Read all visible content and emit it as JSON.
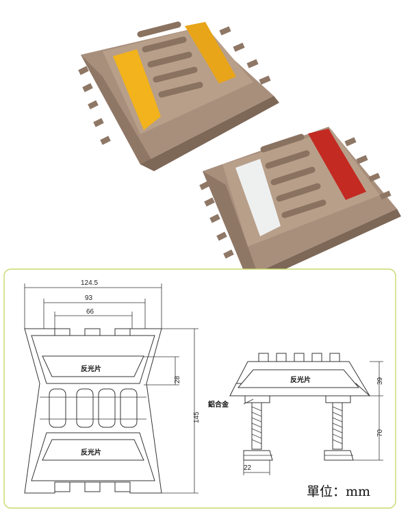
{
  "photos": {
    "top_marker": {
      "reflector_color": "yellow",
      "body_color": "tan"
    },
    "bottom_marker": {
      "reflector_left_color": "white",
      "reflector_right_color": "red",
      "body_color": "tan"
    }
  },
  "colors": {
    "frame_border": "#c9d86a",
    "body": "#b49a86",
    "yellow": "#f2b31c",
    "red": "#c32a22",
    "white": "#eef0f0"
  },
  "plan_view": {
    "dim_overall_width": "124.5",
    "dim_middle_width": "93",
    "dim_inner_width": "66",
    "dim_reflector_height": "28",
    "dim_overall_length": "145",
    "reflector_label_top": "反光片",
    "reflector_label_bottom": "反光片"
  },
  "side_view": {
    "reflector_label": "反光片",
    "material_label": "鋁合金",
    "dim_body_height": "39",
    "dim_bolt_length": "70",
    "dim_nut_width": "22"
  },
  "unit_label": "單位：mm"
}
